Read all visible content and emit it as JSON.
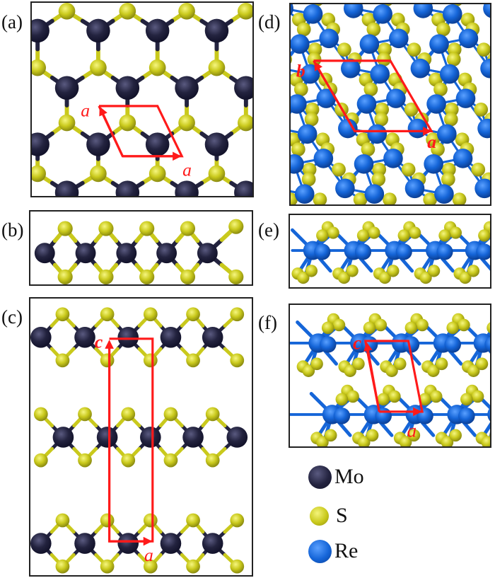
{
  "figure": {
    "panels": [
      {
        "id": "a",
        "label": "(a)",
        "view": "MoS2 top view",
        "lattice_vectors": [
          "a",
          "a"
        ]
      },
      {
        "id": "b",
        "label": "(b)",
        "view": "MoS2 monolayer side view",
        "lattice_vectors": []
      },
      {
        "id": "c",
        "label": "(c)",
        "view": "MoS2 bulk side view",
        "lattice_vectors": [
          "c",
          "a"
        ]
      },
      {
        "id": "d",
        "label": "(d)",
        "view": "ReS2 top view",
        "lattice_vectors": [
          "b",
          "a"
        ]
      },
      {
        "id": "e",
        "label": "(e)",
        "view": "ReS2 monolayer side view",
        "lattice_vectors": []
      },
      {
        "id": "f",
        "label": "(f)",
        "view": "ReS2 bulk side view",
        "lattice_vectors": [
          "c",
          "a"
        ]
      }
    ],
    "legend": [
      {
        "symbol": "Mo",
        "color": "#23233f"
      },
      {
        "symbol": "S",
        "color": "#c8c81e"
      },
      {
        "symbol": "Re",
        "color": "#1565d8"
      }
    ],
    "colors": {
      "mo": "#23233f",
      "s": "#c9c91c",
      "re": "#1565d8",
      "cell": "#ff1a1a",
      "border": "#222222"
    }
  }
}
